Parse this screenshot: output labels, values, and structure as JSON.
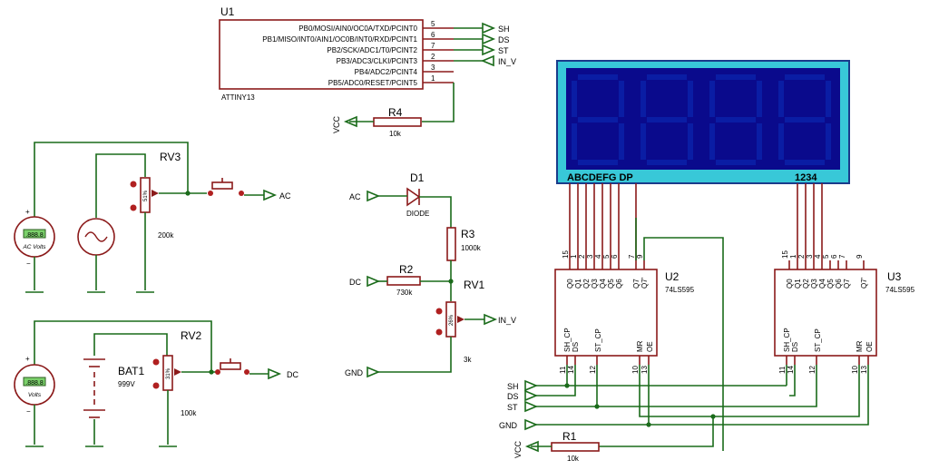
{
  "u1": {
    "ref": "U1",
    "part": "ATTINY13",
    "pins": [
      {
        "label": "PB0/MOSI/AIN0/OC0A/TXD/PCINT0",
        "num": "5",
        "net": "SH"
      },
      {
        "label": "PB1/MISO/INT0/AIN1/OC0B/INT0/RXD/PCINT1",
        "num": "6",
        "net": "DS"
      },
      {
        "label": "PB2/SCK/ADC1/T0/PCINT2",
        "num": "7",
        "net": "ST"
      },
      {
        "label": "PB3/ADC3/CLKI/PCINT3",
        "num": "2",
        "net": "IN_V"
      },
      {
        "label": "PB4/ADC2/PCINT4",
        "num": "3",
        "net": ""
      },
      {
        "label": "PB5/ADC0/RESET/PCINT5",
        "num": "1",
        "net": ""
      }
    ]
  },
  "r4": {
    "ref": "R4",
    "value": "10k",
    "net": "VCC"
  },
  "d1": {
    "ref": "D1",
    "value": "DIODE",
    "net": "AC"
  },
  "r3": {
    "ref": "R3",
    "value": "1000k"
  },
  "r2": {
    "ref": "R2",
    "value": "730k",
    "net": "DC"
  },
  "rv1": {
    "ref": "RV1",
    "value": "3k",
    "pct": "26%",
    "net": "IN_V",
    "gnd": "GND"
  },
  "rv3": {
    "ref": "RV3",
    "value": "200k",
    "pct": "51%",
    "net": "AC"
  },
  "rv2": {
    "ref": "RV2",
    "value": "100k",
    "pct": "31%",
    "net": "DC"
  },
  "bat1": {
    "ref": "BAT1",
    "value": "999V"
  },
  "meter_ac": {
    "label": "AC Volts",
    "reading": ".888.8"
  },
  "meter_dc": {
    "label": "Volts",
    "reading": ".888.8"
  },
  "display": {
    "seg_label": "ABCDEFG DP",
    "digit_label": "1234",
    "colors": {
      "frame": "#38c8d8",
      "panel": "#0a0a8c",
      "segment": "#0b21a8"
    }
  },
  "u2": {
    "ref": "U2",
    "part": "74LS595",
    "q_pins": [
      {
        "name": "Q0",
        "num": "15"
      },
      {
        "name": "Q1",
        "num": "1"
      },
      {
        "name": "Q2",
        "num": "2"
      },
      {
        "name": "Q3",
        "num": "3"
      },
      {
        "name": "Q4",
        "num": "4"
      },
      {
        "name": "Q5",
        "num": "5"
      },
      {
        "name": "Q6",
        "num": "6"
      },
      {
        "name": "Q7",
        "num": "7"
      },
      {
        "name": "Q7'",
        "num": "9"
      }
    ],
    "ctrl_pins": [
      {
        "name": "SH_CP",
        "num": "11"
      },
      {
        "name": "DS",
        "num": "14"
      },
      {
        "name": "ST_CP",
        "num": "12"
      },
      {
        "name": "MR",
        "num": "10"
      },
      {
        "name": "OE",
        "num": "13"
      }
    ]
  },
  "u3": {
    "ref": "U3",
    "part": "74LS595",
    "q_pins": [
      {
        "name": "Q0",
        "num": "15"
      },
      {
        "name": "Q1",
        "num": "1"
      },
      {
        "name": "Q2",
        "num": "2"
      },
      {
        "name": "Q3",
        "num": "3"
      },
      {
        "name": "Q4",
        "num": "4"
      },
      {
        "name": "Q5",
        "num": "5"
      },
      {
        "name": "Q6",
        "num": "6"
      },
      {
        "name": "Q7",
        "num": "7"
      },
      {
        "name": "Q7'",
        "num": "9"
      }
    ],
    "ctrl_pins": [
      {
        "name": "SH_CP",
        "num": "11"
      },
      {
        "name": "DS",
        "num": "14"
      },
      {
        "name": "ST_CP",
        "num": "12"
      },
      {
        "name": "MR",
        "num": "10"
      },
      {
        "name": "OE",
        "num": "13"
      }
    ]
  },
  "r1": {
    "ref": "R1",
    "value": "10k",
    "net": "VCC"
  },
  "bus_labels": {
    "sh": "SH",
    "ds": "DS",
    "st": "ST",
    "gnd": "GND"
  },
  "colors": {
    "wire": "#1a6b1a",
    "component": "#8b1a1a"
  }
}
